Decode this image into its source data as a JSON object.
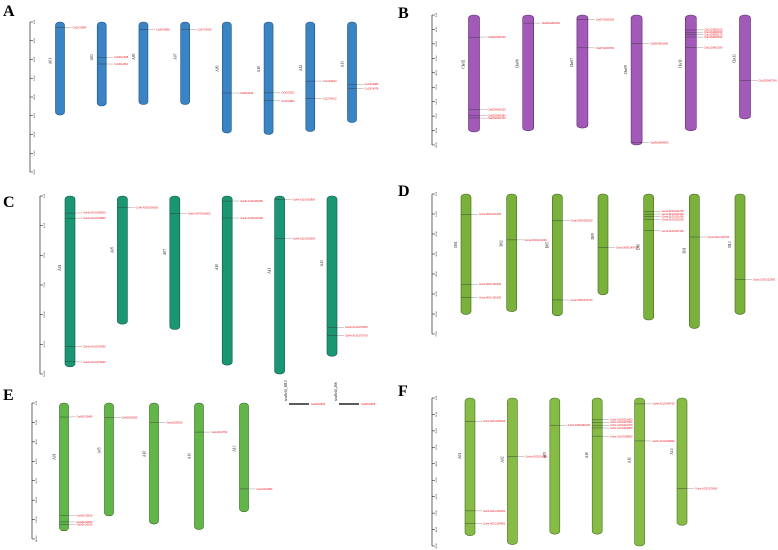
{
  "figure": {
    "label_color": "#e8141c",
    "panels": [
      {
        "letter": "A",
        "color": "#3b84c4",
        "edge": "#1d4f80",
        "scale": [
          "0.00",
          "10.00",
          "20.00",
          "30.00",
          "40.00",
          "50.00",
          "60.00",
          "70.00",
          "80.00"
        ],
        "chromosomes": [
          {
            "name": "A01",
            "length": 0.62,
            "genes": [
              {
                "pos": 0.06,
                "label": "Cs01G0894"
              }
            ]
          },
          {
            "name": "A03",
            "length": 0.56,
            "genes": [
              {
                "pos": 0.42,
                "label": "Cs03G2338"
              },
              {
                "pos": 0.5,
                "label": "Cs03G2462"
              }
            ]
          },
          {
            "name": "A05",
            "length": 0.55,
            "genes": [
              {
                "pos": 0.09,
                "label": "Cs05G0890"
              }
            ]
          },
          {
            "name": "A07",
            "length": 0.55,
            "genes": [
              {
                "pos": 0.09,
                "label": "Cs07G0420"
              }
            ]
          },
          {
            "name": "A09",
            "length": 0.74,
            "genes": [
              {
                "pos": 0.64,
                "label": "Cs09G3240"
              }
            ]
          },
          {
            "name": "A10",
            "length": 0.75,
            "genes": [
              {
                "pos": 0.63,
                "label": "Cs10G3611"
              },
              {
                "pos": 0.7,
                "label": "Cs10G3811"
              }
            ]
          },
          {
            "name": "A12",
            "length": 0.73,
            "genes": [
              {
                "pos": 0.54,
                "label": "Cs12G3924"
              },
              {
                "pos": 0.7,
                "label": "Cs12G4012"
              }
            ]
          },
          {
            "name": "A13",
            "length": 0.67,
            "genes": [
              {
                "pos": 0.62,
                "label": "Cs13G3980"
              },
              {
                "pos": 0.66,
                "label": "Cs13G4076"
              }
            ]
          }
        ]
      },
      {
        "letter": "B",
        "color": "#a259b8",
        "edge": "#5e2b6d",
        "scale": [
          "0.00",
          "10.00",
          "20.00",
          "30.00",
          "40.00",
          "50.00",
          "60.00",
          "70.00",
          "80.00",
          "90.00"
        ],
        "chromosomes": [
          {
            "name": "Chr02",
            "length": 0.9,
            "genes": [
              {
                "pos": 0.19,
                "label": "Cla02GM00700"
              },
              {
                "pos": 0.81,
                "label": "Cla02GM01620"
              },
              {
                "pos": 0.86,
                "label": "Cla02GM01680"
              },
              {
                "pos": 0.88,
                "label": "Cla02GM01700"
              }
            ]
          },
          {
            "name": "Chr06",
            "length": 0.89,
            "genes": [
              {
                "pos": 0.07,
                "label": "Cla06GM00240"
              }
            ]
          },
          {
            "name": "Chr07",
            "length": 0.87,
            "genes": [
              {
                "pos": 0.04,
                "label": "Cla07GM00100"
              },
              {
                "pos": 0.29,
                "label": "Cla07GM00760"
              }
            ]
          },
          {
            "name": "Chr09",
            "length": 1.0,
            "genes": [
              {
                "pos": 0.22,
                "label": "Cla09GM01180"
              },
              {
                "pos": 0.98,
                "label": "Cla09GM04380"
              }
            ]
          },
          {
            "name": "Chr11",
            "length": 0.89,
            "genes": [
              {
                "pos": 0.13,
                "label": "Cla11GM00150"
              },
              {
                "pos": 0.15,
                "label": "Cla11GM00160"
              },
              {
                "pos": 0.17,
                "label": "Cla11GM00170"
              },
              {
                "pos": 0.19,
                "label": "Cla11GM00180"
              },
              {
                "pos": 0.28,
                "label": "Cla11GM01290"
              }
            ]
          },
          {
            "name": "Chr13",
            "length": 0.8,
            "genes": [
              {
                "pos": 0.63,
                "label": "Cla13GM03740"
              }
            ]
          }
        ]
      },
      {
        "letter": "C",
        "color": "#1a9673",
        "edge": "#0c5a44",
        "scale": [
          "0.00",
          "25.00",
          "50.00",
          "75.00",
          "100.00",
          "125.00",
          "150.00"
        ],
        "chromosomes": [
          {
            "name": "A01",
            "length": 0.96,
            "genes": [
              {
                "pos": 0.1,
                "label": "GoHir.A01G009600"
              },
              {
                "pos": 0.13,
                "label": "GoHir.A01G010800"
              },
              {
                "pos": 0.88,
                "label": "GoHir.A01G075400"
              },
              {
                "pos": 0.97,
                "label": "GoHir.A01G079000"
              }
            ]
          },
          {
            "name": "A05",
            "length": 0.72,
            "genes": [
              {
                "pos": 0.09,
                "label": "GoHir.A05G000300"
              }
            ]
          },
          {
            "name": "A07",
            "length": 0.75,
            "genes": [
              {
                "pos": 0.13,
                "label": "GoHir.A07G016500"
              }
            ]
          },
          {
            "name": "A10",
            "length": 0.95,
            "genes": [
              {
                "pos": 0.03,
                "label": "GoHir.A10G001800"
              },
              {
                "pos": 0.13,
                "label": "GoHir.A10G012300"
              }
            ]
          },
          {
            "name": "A11",
            "length": 1.0,
            "genes": [
              {
                "pos": 0.02,
                "label": "GoHir.A11G001800"
              },
              {
                "pos": 0.24,
                "label": "GoHir.A11G019600"
              }
            ]
          },
          {
            "name": "A13",
            "length": 0.9,
            "genes": [
              {
                "pos": 0.82,
                "label": "GoHir.A13G070300"
              },
              {
                "pos": 0.87,
                "label": "GoHir.A13G073700"
              }
            ]
          }
        ]
      },
      {
        "letter": "D",
        "color": "#79b13a",
        "edge": "#42661b",
        "scale": [
          "0.00",
          "10.00",
          "20.00",
          "30.00",
          "40.00",
          "50.00",
          "60.00",
          "70.00"
        ],
        "chromosomes": [
          {
            "name": "D01",
            "length": 0.86,
            "genes": [
              {
                "pos": 0.17,
                "label": "Gorai.001G031400"
              },
              {
                "pos": 0.75,
                "label": "Gorai.001G161200"
              },
              {
                "pos": 0.86,
                "label": "Gorai.001G181400"
              }
            ]
          },
          {
            "name": "D02",
            "length": 0.84,
            "genes": [
              {
                "pos": 0.39,
                "label": "Gorai.002G124200"
              }
            ]
          },
          {
            "name": "D05",
            "length": 0.87,
            "genes": [
              {
                "pos": 0.22,
                "label": "Gorai.005G050200"
              },
              {
                "pos": 0.87,
                "label": "Gorai.005G270700"
              }
            ]
          },
          {
            "name": "D09",
            "length": 0.72,
            "genes": [
              {
                "pos": 0.53,
                "label": "Gorai.009G149700"
              }
            ]
          },
          {
            "name": "D10",
            "length": 0.9,
            "genes": [
              {
                "pos": 0.14,
                "label": "Gorai.010G021200"
              },
              {
                "pos": 0.16,
                "label": "Gorai.010G021300"
              },
              {
                "pos": 0.18,
                "label": "Gorai.010G021400"
              },
              {
                "pos": 0.2,
                "label": "Gorai.010G021500"
              },
              {
                "pos": 0.29,
                "label": "Gorai.010G037100"
              }
            ]
          },
          {
            "name": "D11",
            "length": 0.96,
            "genes": [
              {
                "pos": 0.32,
                "label": "Gorai.011G126700"
              }
            ]
          },
          {
            "name": "D13",
            "length": 0.86,
            "genes": [
              {
                "pos": 0.71,
                "label": "Gorai.013G222900"
              }
            ]
          }
        ]
      },
      {
        "letter": "E",
        "color": "#62b548",
        "edge": "#356a22",
        "scale": [
          "0.00",
          "20.00",
          "40.00",
          "60.00",
          "80.00",
          "100.00",
          "120.00",
          "140.00"
        ],
        "chromosomes": [
          {
            "name": "A01",
            "length": 0.94,
            "genes": [
              {
                "pos": 0.11,
                "label": "GaA01G0480"
              },
              {
                "pos": 0.88,
                "label": "GaA01G5620"
              },
              {
                "pos": 0.93,
                "label": "GaA01G5990"
              },
              {
                "pos": 0.95,
                "label": "GaA01G6010"
              }
            ]
          },
          {
            "name": "A05",
            "length": 0.83,
            "genes": [
              {
                "pos": 0.13,
                "label": "GaA05G0590"
              }
            ]
          },
          {
            "name": "A10",
            "length": 0.89,
            "genes": [
              {
                "pos": 0.16,
                "label": "GaA10G0930"
              }
            ]
          },
          {
            "name": "A11",
            "length": 0.93,
            "genes": [
              {
                "pos": 0.23,
                "label": "GaA11G0760"
              }
            ]
          },
          {
            "name": "A13",
            "length": 0.8,
            "genes": [
              {
                "pos": 0.79,
                "label": "GaA13G4080"
              }
            ]
          }
        ],
        "scaffolds": [
          {
            "name": "scaffold_1810",
            "label": "Ga00G0660"
          },
          {
            "name": "scaffold_266",
            "label": "Ga00G2988"
          }
        ]
      },
      {
        "letter": "F",
        "color": "#86bb46",
        "edge": "#4b6f22",
        "scale": [
          "0.00",
          "10.00",
          "20.00",
          "30.00",
          "40.00",
          "50.00",
          "60.00",
          "70.00",
          "80.00",
          "90.00"
        ],
        "chromosomes": [
          {
            "name": "A01",
            "length": 0.93,
            "genes": [
              {
                "pos": 0.17,
                "label": "Gohir.A01G039300"
              },
              {
                "pos": 0.82,
                "label": "Gohir.A01G152200"
              },
              {
                "pos": 0.91,
                "label": "Gohir.A01G164900"
              }
            ]
          },
          {
            "name": "A02",
            "length": 0.99,
            "genes": [
              {
                "pos": 0.4,
                "label": "Gohir.A02G114300"
              }
            ]
          },
          {
            "name": "A05",
            "length": 0.92,
            "genes": [
              {
                "pos": 0.2,
                "label": "Gohir.A05G096100"
              }
            ]
          },
          {
            "name": "A10",
            "length": 0.92,
            "genes": [
              {
                "pos": 0.16,
                "label": "Gohir.A10G021400"
              },
              {
                "pos": 0.18,
                "label": "Gohir.A10G021500"
              },
              {
                "pos": 0.2,
                "label": "Gohir.A10G021700"
              },
              {
                "pos": 0.22,
                "label": "Gohir.A10G021800"
              },
              {
                "pos": 0.28,
                "label": "Gohir.A10G038800"
              }
            ]
          },
          {
            "name": "A11",
            "length": 1.0,
            "genes": [
              {
                "pos": 0.04,
                "label": "Gohir.A11G004700"
              },
              {
                "pos": 0.29,
                "label": "Gohir.A11G034800"
              }
            ]
          },
          {
            "name": "A13",
            "length": 0.86,
            "genes": [
              {
                "pos": 0.71,
                "label": "Gohir.A13G179900"
              }
            ]
          }
        ]
      }
    ]
  }
}
